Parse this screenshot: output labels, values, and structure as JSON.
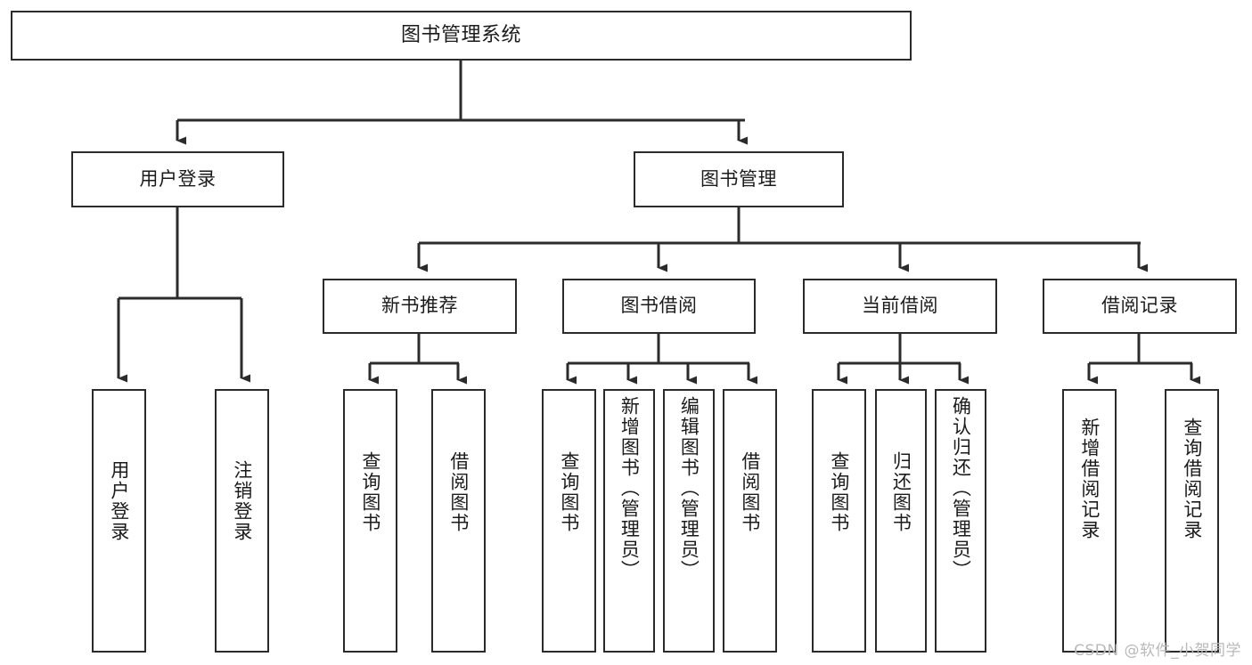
{
  "diagram": {
    "title": "图书管理系统",
    "watermark": "CSDN @软件_小贺同学",
    "line_color": "#2b2b2b",
    "box_fill": "#ffffff",
    "text_color": "#1b1b1b",
    "watermark_color": "#b9b9b9",
    "root": {
      "label": "图书管理系统"
    },
    "level2": [
      {
        "label": "用户登录"
      },
      {
        "label": "图书管理"
      }
    ],
    "level3": [
      {
        "label": "新书推荐"
      },
      {
        "label": "图书借阅"
      },
      {
        "label": "当前借阅"
      },
      {
        "label": "借阅记录"
      }
    ],
    "leaves": {
      "user_login": [
        {
          "label": "用户登录"
        },
        {
          "label": "注销登录"
        }
      ],
      "new_book_recommend": [
        {
          "label": "查询图书"
        },
        {
          "label": "借阅图书"
        }
      ],
      "book_borrow": [
        {
          "label": "查询图书"
        },
        {
          "label": "新增图书（管理员）"
        },
        {
          "label": "编辑图书（管理员）"
        },
        {
          "label": "借阅图书"
        }
      ],
      "current_borrow": [
        {
          "label": "查询图书"
        },
        {
          "label": "归还图书"
        },
        {
          "label": "确认归还（管理员）"
        }
      ],
      "borrow_record": [
        {
          "label": "新增借阅记录"
        },
        {
          "label": "查询借阅记录"
        }
      ]
    }
  }
}
